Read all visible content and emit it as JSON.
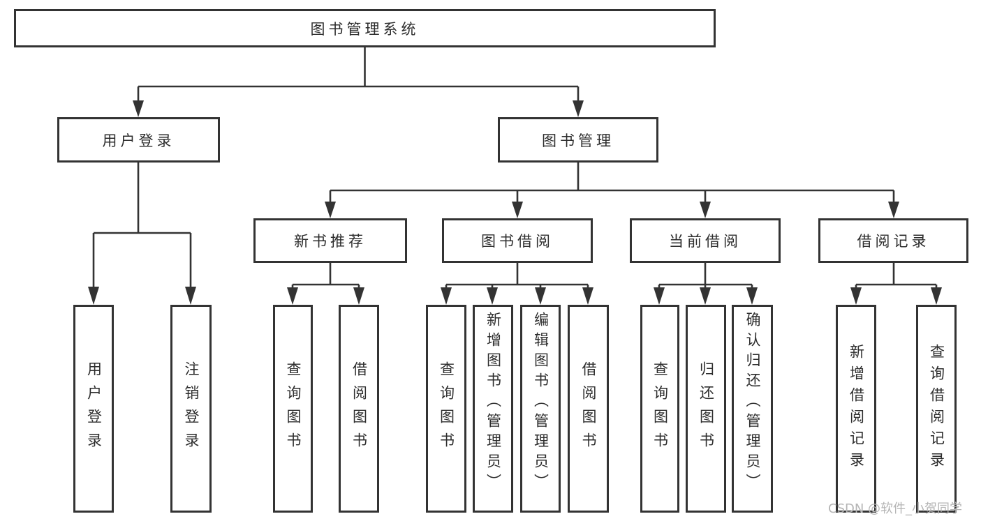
{
  "tree": {
    "label": "图书管理系统",
    "children": [
      {
        "label": "用户登录",
        "children": [
          {
            "label": "用户登录"
          },
          {
            "label": "注销登录"
          }
        ]
      },
      {
        "label": "图书管理",
        "children": [
          {
            "label": "新书推荐",
            "children": [
              {
                "label": "查询图书"
              },
              {
                "label": "借阅图书"
              }
            ]
          },
          {
            "label": "图书借阅",
            "children": [
              {
                "label": "查询图书"
              },
              {
                "label": "新增图书（管理员）"
              },
              {
                "label": "编辑图书（管理员）"
              },
              {
                "label": "借阅图书"
              }
            ]
          },
          {
            "label": "当前借阅",
            "children": [
              {
                "label": "查询图书"
              },
              {
                "label": "归还图书"
              },
              {
                "label": "确认归还（管理员）"
              }
            ]
          },
          {
            "label": "借阅记录",
            "children": [
              {
                "label": "新增借阅记录"
              },
              {
                "label": "查询借阅记录"
              }
            ]
          }
        ]
      }
    ]
  },
  "watermark": {
    "text": "CSDN @软件_小贺同学"
  },
  "colors": {
    "line": "#333333",
    "text": "#2d2d2d",
    "watermark": "#b5b5b5",
    "background": "#ffffff"
  }
}
